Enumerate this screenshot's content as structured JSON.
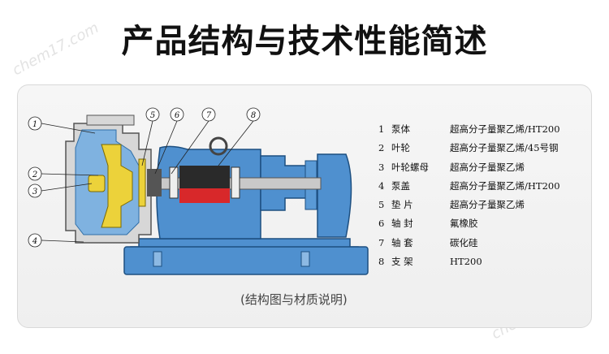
{
  "page": {
    "title": "产品结构与技术性能简述",
    "caption": "(结构图与材质说明)",
    "watermark": "chem17.com"
  },
  "diagram": {
    "callouts": [
      "1",
      "2",
      "3",
      "4",
      "5",
      "6",
      "7",
      "8"
    ]
  },
  "parts": [
    {
      "num": "1",
      "name": "泵体",
      "material": "超高分子量聚乙烯/HT200"
    },
    {
      "num": "2",
      "name": "叶轮",
      "material": "超高分子量聚乙烯/45号钢"
    },
    {
      "num": "3",
      "name": "叶轮螺母",
      "material": "超高分子量聚乙烯"
    },
    {
      "num": "4",
      "name": "泵盖",
      "material": "超高分子量聚乙烯/HT200"
    },
    {
      "num": "5",
      "name": "垫  片",
      "material": "超高分子量聚乙烯"
    },
    {
      "num": "6",
      "name": "轴  封",
      "material": "氟橡胶"
    },
    {
      "num": "7",
      "name": "轴  套",
      "material": "碳化硅"
    },
    {
      "num": "8",
      "name": "支  架",
      "material": " HT200"
    }
  ],
  "colors": {
    "blue": "#4f90cf",
    "blue_dark": "#2f6fa8",
    "yellow": "#ecd23a",
    "red": "#d8282a",
    "shaft": "#bdbdbd"
  }
}
